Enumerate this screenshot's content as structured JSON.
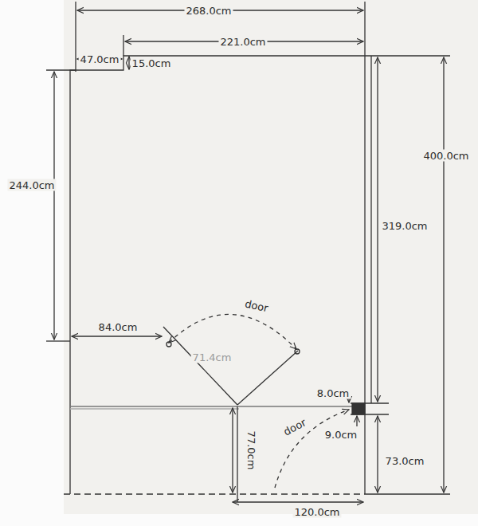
{
  "diagram": {
    "labels": [
      "268.0cm",
      "221.0cm",
      "47.0cm",
      "15.0cm",
      "244.0cm",
      "400.0cm",
      "319.0cm",
      "84.0cm",
      "door",
      "71.4cm",
      "8.0cm",
      "9.0cm",
      "door",
      "77.0cm",
      "73.0cm",
      "120.0cm"
    ]
  }
}
